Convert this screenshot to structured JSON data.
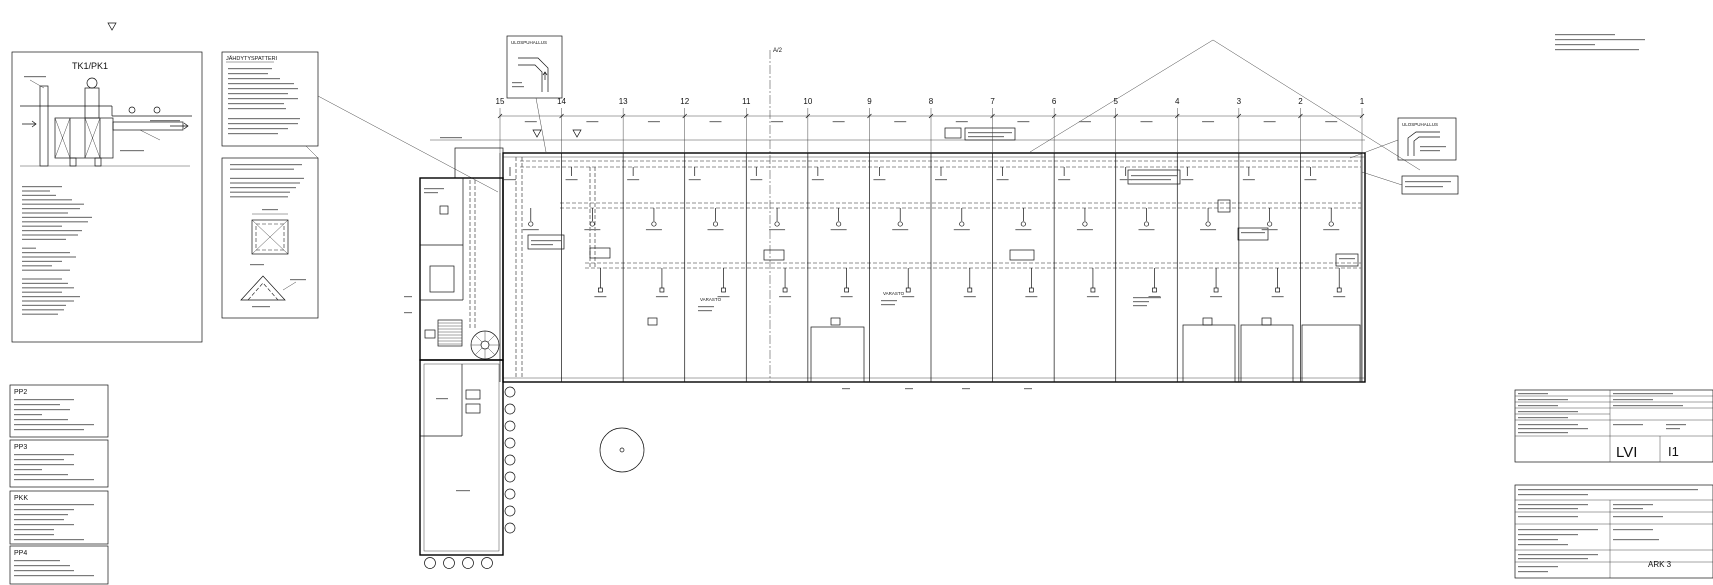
{
  "drawing": {
    "ahu_detail": {
      "title": "TK1/PK1"
    },
    "cooling_coil_note": {
      "title": "JÄHDYTYSPATTERI"
    },
    "exhaust_detail_top": {
      "title": "ULOSPUHALLUS"
    },
    "exhaust_detail_right": {
      "title": "ULOSPUHALLUS"
    },
    "section_marker": "A/2",
    "grid_axes": [
      "15",
      "14",
      "13",
      "12",
      "11",
      "10",
      "9",
      "8",
      "7",
      "6",
      "5",
      "4",
      "3",
      "2",
      "1"
    ],
    "rooms": {
      "storage_a": "VARASTO",
      "storage_b": "VARASTO"
    },
    "fan_legend": [
      {
        "title": "PP2"
      },
      {
        "title": "PP3"
      },
      {
        "title": "PKK"
      },
      {
        "title": "PP4"
      }
    ],
    "title_block": {
      "discipline": "LVI",
      "drawing_number": "I1",
      "sheet_label": "ARK 3"
    }
  }
}
